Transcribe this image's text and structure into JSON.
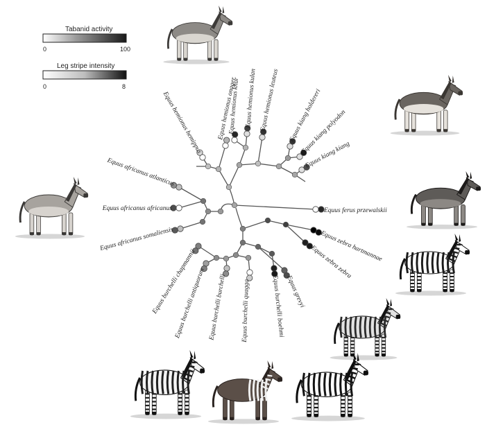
{
  "legend": {
    "tabanid": {
      "title": "Tabanid activity",
      "min": "0",
      "max": "100"
    },
    "stripe": {
      "title": "Leg stripe intensity",
      "min": "0",
      "max": "8"
    }
  },
  "taxa": [
    {
      "id": "kulan",
      "label": "Equus hemionus kulan",
      "tabanid": 75,
      "stripe": 1
    },
    {
      "id": "khur",
      "label": "Equus hemionus khur",
      "tabanid": 85,
      "stripe": 0
    },
    {
      "id": "onager",
      "label": "Equus hemionus onager",
      "tabanid": 30,
      "stripe": 0
    },
    {
      "id": "hemippus",
      "label": "Equus hemionus hemippus",
      "tabanid": 15,
      "stripe": 0
    },
    {
      "id": "leuteus",
      "label": "Equus hemionus leuteus",
      "tabanid": 80,
      "stripe": 1
    },
    {
      "id": "holdereri",
      "label": "Equus kiang holdereri",
      "tabanid": 80,
      "stripe": 1
    },
    {
      "id": "polyodon",
      "label": "Equus kiang polyodon",
      "tabanid": 90,
      "stripe": 1
    },
    {
      "id": "kiang",
      "label": "Equus kiang kiang",
      "tabanid": 70,
      "stripe": 1
    },
    {
      "id": "przewalskii",
      "label": "Equus ferus przewalskii",
      "tabanid": 85,
      "stripe": 0
    },
    {
      "id": "atlanticus",
      "label": "Equus africanus atlanticus",
      "tabanid": 45,
      "stripe": 2
    },
    {
      "id": "africanus",
      "label": "Equus africanus africanus",
      "tabanid": 70,
      "stripe": 0
    },
    {
      "id": "somaliensis",
      "label": "Equus africanus somaliensis",
      "tabanid": 65,
      "stripe": 2
    },
    {
      "id": "hartmannae",
      "label": "Equus zebra hartmannae",
      "tabanid": 95,
      "stripe": 8
    },
    {
      "id": "zebra",
      "label": "Equus zebra zebra",
      "tabanid": 90,
      "stripe": 7
    },
    {
      "id": "chapmannii",
      "label": "Equus burchelli chapmannii",
      "tabanid": 55,
      "stripe": 4
    },
    {
      "id": "antiquorum",
      "label": "Equus burchelli antiquorum",
      "tabanid": 50,
      "stripe": 3
    },
    {
      "id": "burchelli",
      "label": "Equus burchelli burchelli",
      "tabanid": 45,
      "stripe": 2
    },
    {
      "id": "quagga",
      "label": "Equus burchelli quagga",
      "tabanid": 20,
      "stripe": 0
    },
    {
      "id": "boehmi",
      "label": "Equus burchelli boehmi",
      "tabanid": 90,
      "stripe": 7
    },
    {
      "id": "grevyi",
      "label": "Equus grevyi",
      "tabanid": 70,
      "stripe": 5
    }
  ],
  "illustrations": [
    {
      "id": "kulan-art",
      "kind": "plain",
      "icon": "wild-ass-icon",
      "body": "#8d8a86",
      "belly": "#d9d6d0",
      "dark": "#3c3a38"
    },
    {
      "id": "kiang-art",
      "kind": "plain",
      "icon": "kiang-icon",
      "body": "#6a6560",
      "belly": "#e6e2dc",
      "dark": "#3a3632"
    },
    {
      "id": "przewalski-art",
      "kind": "plain",
      "icon": "przewalski-horse-icon",
      "body": "#5e5b58",
      "belly": "#8c8884",
      "dark": "#1d1b1a"
    },
    {
      "id": "african-ass-art",
      "kind": "plain",
      "icon": "african-wild-ass-icon",
      "body": "#a7a39e",
      "belly": "#d7d3ce",
      "dark": "#3a3836"
    },
    {
      "id": "hartmannae-art",
      "kind": "zebra",
      "icon": "mountain-zebra-icon",
      "body": "#ffffff",
      "stripe": "#1b1b1b",
      "dark": "#111111"
    },
    {
      "id": "grevyi-art",
      "kind": "zebra",
      "icon": "grevys-zebra-icon",
      "body": "#e2e2e2",
      "stripe": "#2a2a2a",
      "dark": "#111111"
    },
    {
      "id": "burchelli-art",
      "kind": "zebra",
      "icon": "burchells-zebra-icon",
      "body": "#f4f4f4",
      "stripe": "#1f1f1f",
      "dark": "#111111"
    },
    {
      "id": "quagga-art",
      "kind": "quagga",
      "icon": "quagga-icon",
      "body": "#5b4f48",
      "stripe": "#f0f0f0",
      "dark": "#2a2320"
    },
    {
      "id": "boehmi-art",
      "kind": "zebra",
      "icon": "boehms-zebra-icon",
      "body": "#ffffff",
      "stripe": "#151515",
      "dark": "#0e0e0e"
    }
  ]
}
